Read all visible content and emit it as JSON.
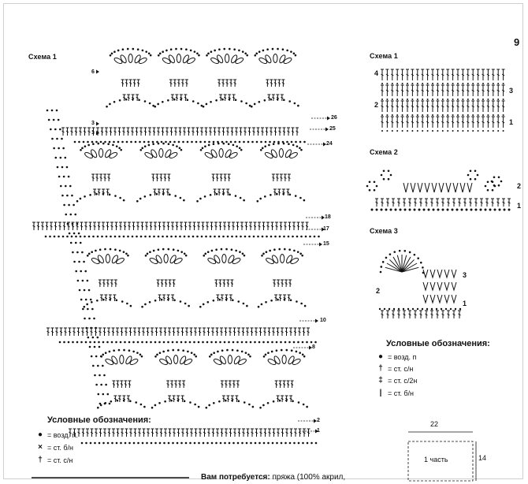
{
  "page_number": "9",
  "main_scheme": {
    "title": "Схема 1",
    "row_numbers_right": [
      "26",
      "25",
      "24",
      "18",
      "17",
      "15",
      "10",
      "8",
      "2",
      "1"
    ],
    "row_numbers_left": [
      "6",
      "3",
      "1"
    ]
  },
  "scheme1_small": {
    "title": "Схема 1",
    "row_numbers": [
      "4",
      "3",
      "2",
      "1"
    ]
  },
  "scheme2": {
    "title": "Схема 2",
    "row_numbers": [
      "2",
      "1"
    ]
  },
  "scheme3": {
    "title": "Схема 3",
    "row_numbers": [
      "3",
      "2",
      "1"
    ]
  },
  "legend_left": {
    "title": "Условные обозначения:",
    "items": [
      {
        "symbol": "●",
        "text": "= возд. п."
      },
      {
        "symbol": "×",
        "text": "= ст. б/н"
      },
      {
        "symbol": "†",
        "text": "= ст. с/н"
      }
    ]
  },
  "legend_right": {
    "title": "Условные обозначения:",
    "items": [
      {
        "symbol": "●",
        "text": "= возд. п"
      },
      {
        "symbol": "†",
        "text": "= ст. с/н"
      },
      {
        "symbol": "‡",
        "text": "= ст. с/2н"
      },
      {
        "symbol": "|",
        "text": "= ст. б/н"
      }
    ]
  },
  "pattern_sketch": {
    "width": "22",
    "height": "14",
    "part": "1 часть"
  },
  "footer": {
    "lead": "Вам потребуется:",
    "text": " пряжа (100% акрил,"
  }
}
